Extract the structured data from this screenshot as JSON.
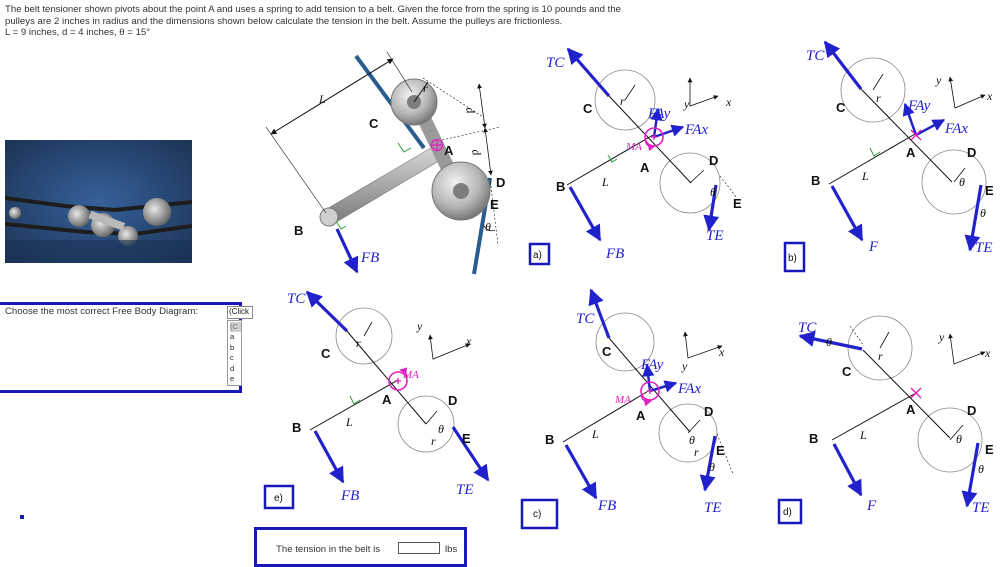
{
  "problem": {
    "text": "The belt tensioner shown pivots about the point A and uses a spring to add tension to a belt.  Given the force from the spring is 10 pounds and the pulleys are 2 inches in radius and the dimensions shown below calculate the tension in the belt. Assume the pulleys are frictionless.",
    "given": "L = 9 inches, d = 4 inches, θ = 15°"
  },
  "question": {
    "prompt": "Choose the most correct Free Body Diagram:",
    "select_head": "(Click",
    "options": [
      "(C",
      "a",
      "b",
      "c",
      "d",
      "e"
    ]
  },
  "answer": {
    "label": "The tension in the belt is",
    "value": "",
    "unit": "lbs"
  },
  "main_diagram": {
    "labels": {
      "L": "L",
      "r": "r",
      "d1": "d",
      "d2": "d",
      "C": "C",
      "A": "A",
      "D": "D",
      "E": "E",
      "B": "B",
      "theta": "θ",
      "FB": "FB"
    }
  },
  "options": {
    "a": {
      "label": "a)",
      "Tc": "TC",
      "FAy": "FAy",
      "FAx": "FAx",
      "MA": "MA",
      "FB": "FB",
      "TE": "TE"
    },
    "b": {
      "label": "b)",
      "Tc": "TC",
      "FAy": "FAy",
      "FAx": "FAx",
      "F": "F",
      "TE": "TE"
    },
    "c": {
      "label": "c)",
      "Tc": "TC",
      "FAy": "FAy",
      "FAx": "FAx",
      "MA": "MA",
      "FB": "FB",
      "TE": "TE"
    },
    "d": {
      "label": "d)",
      "Tc": "TC",
      "F": "F",
      "TE": "TE"
    },
    "e": {
      "label": "e)",
      "Tc": "TC",
      "MA": "MA",
      "FB": "FB",
      "TE": "TE"
    }
  },
  "common": {
    "x": "x",
    "y": "y",
    "r": "r",
    "d": "d",
    "L": "L",
    "theta": "θ",
    "A": "A",
    "B": "B",
    "C": "C",
    "D": "D",
    "E": "E"
  },
  "colors": {
    "accent": "#1818b8",
    "vector": "#2222cc",
    "moment": "#e020c0",
    "belt": "#2a5d8f"
  }
}
